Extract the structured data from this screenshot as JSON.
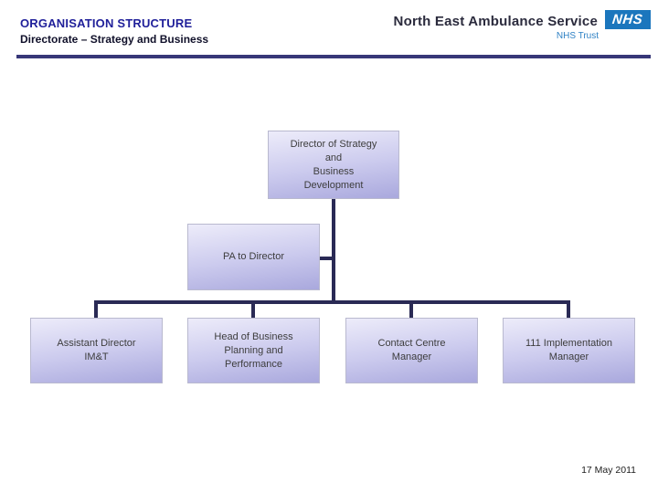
{
  "header": {
    "title": "ORGANISATION STRUCTURE",
    "subtitle": "Directorate – Strategy and Business"
  },
  "logo": {
    "org_name": "North East Ambulance Service",
    "wordmark": "NHS",
    "trust_label": "NHS Trust"
  },
  "chart": {
    "type": "org-chart",
    "nodes": {
      "director": {
        "label": "Director of Strategy\nand\nBusiness\nDevelopment",
        "reports_to": null
      },
      "pa": {
        "label": "PA to Director",
        "reports_to": "director"
      },
      "assistant_director_imt": {
        "label": "Assistant Director\nIM&T",
        "reports_to": "director"
      },
      "head_business_planning": {
        "label": "Head of Business\nPlanning and\nPerformance",
        "reports_to": "director"
      },
      "contact_centre_manager": {
        "label": "Contact Centre\nManager",
        "reports_to": "director"
      },
      "implementation_manager_111": {
        "label": "111 Implementation\nManager",
        "reports_to": "director"
      }
    }
  },
  "footer": {
    "date": "17 May 2011"
  },
  "colors": {
    "accent_navy": "#20209a",
    "subtitle_ink": "#10102a",
    "rule": "#373778",
    "connector": "#2a2a55",
    "box_top": "#edecfa",
    "box_bottom": "#a9a8dd",
    "box_border": "#b9b9cf",
    "node_ink": "#3d3d3d",
    "nhs_blue": "#1b76bd",
    "nhs_trust_text": "#2e81c4",
    "org_ink": "#2b2b3d"
  }
}
